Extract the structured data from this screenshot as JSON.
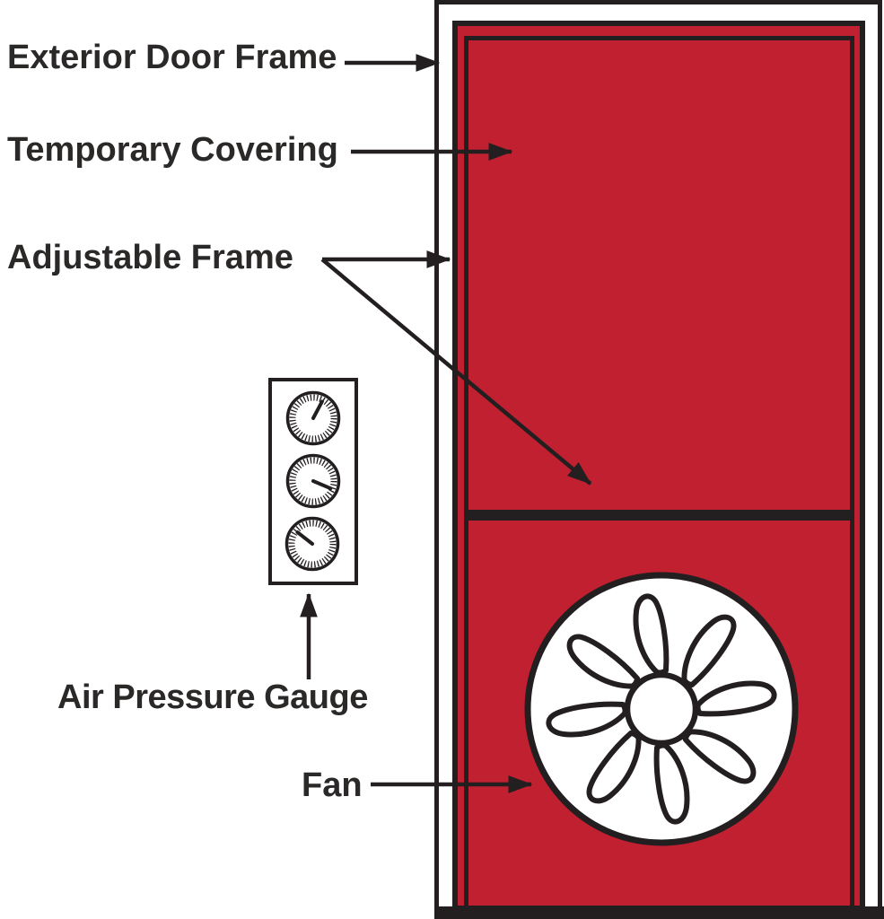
{
  "diagram": {
    "labels": {
      "exterior_door_frame": "Exterior Door Frame",
      "temporary_covering": "Temporary Covering",
      "adjustable_frame": "Adjustable Frame",
      "air_pressure_gauge": "Air Pressure Gauge",
      "fan": "Fan"
    },
    "colors": {
      "covering_red": "#C0202F",
      "line_black": "#231F20",
      "label_text": "#2B2828",
      "background": "#FFFFFF"
    },
    "gauge_panel": {
      "gauge_count": 3,
      "needle_transforms": [
        "rotate(-62)",
        "rotate(23)",
        "rotate(218)"
      ]
    },
    "fan": {
      "blade_count": 8
    }
  }
}
